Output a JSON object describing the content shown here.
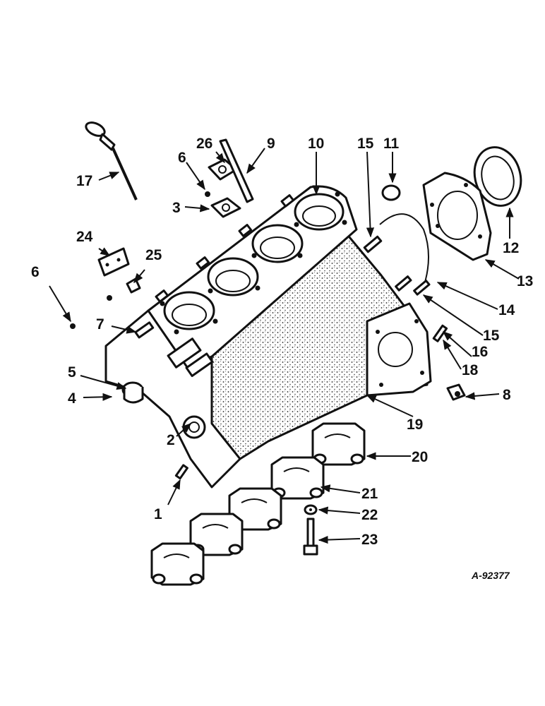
{
  "diagram": {
    "reference_code": "A-92377",
    "callouts": [
      {
        "id": "c1",
        "label": "1"
      },
      {
        "id": "c2",
        "label": "2"
      },
      {
        "id": "c3",
        "label": "3"
      },
      {
        "id": "c4",
        "label": "4"
      },
      {
        "id": "c5",
        "label": "5"
      },
      {
        "id": "c6a",
        "label": "6"
      },
      {
        "id": "c6b",
        "label": "6"
      },
      {
        "id": "c7",
        "label": "7"
      },
      {
        "id": "c8",
        "label": "8"
      },
      {
        "id": "c9",
        "label": "9"
      },
      {
        "id": "c10",
        "label": "10"
      },
      {
        "id": "c11",
        "label": "11"
      },
      {
        "id": "c12",
        "label": "12"
      },
      {
        "id": "c13",
        "label": "13"
      },
      {
        "id": "c14",
        "label": "14"
      },
      {
        "id": "c15a",
        "label": "15"
      },
      {
        "id": "c15b",
        "label": "15"
      },
      {
        "id": "c16",
        "label": "16"
      },
      {
        "id": "c17",
        "label": "17"
      },
      {
        "id": "c18",
        "label": "18"
      },
      {
        "id": "c19",
        "label": "19"
      },
      {
        "id": "c20",
        "label": "20"
      },
      {
        "id": "c21",
        "label": "21"
      },
      {
        "id": "c22",
        "label": "22"
      },
      {
        "id": "c23",
        "label": "23"
      },
      {
        "id": "c24",
        "label": "24"
      },
      {
        "id": "c25",
        "label": "25"
      },
      {
        "id": "c26",
        "label": "26"
      }
    ]
  }
}
